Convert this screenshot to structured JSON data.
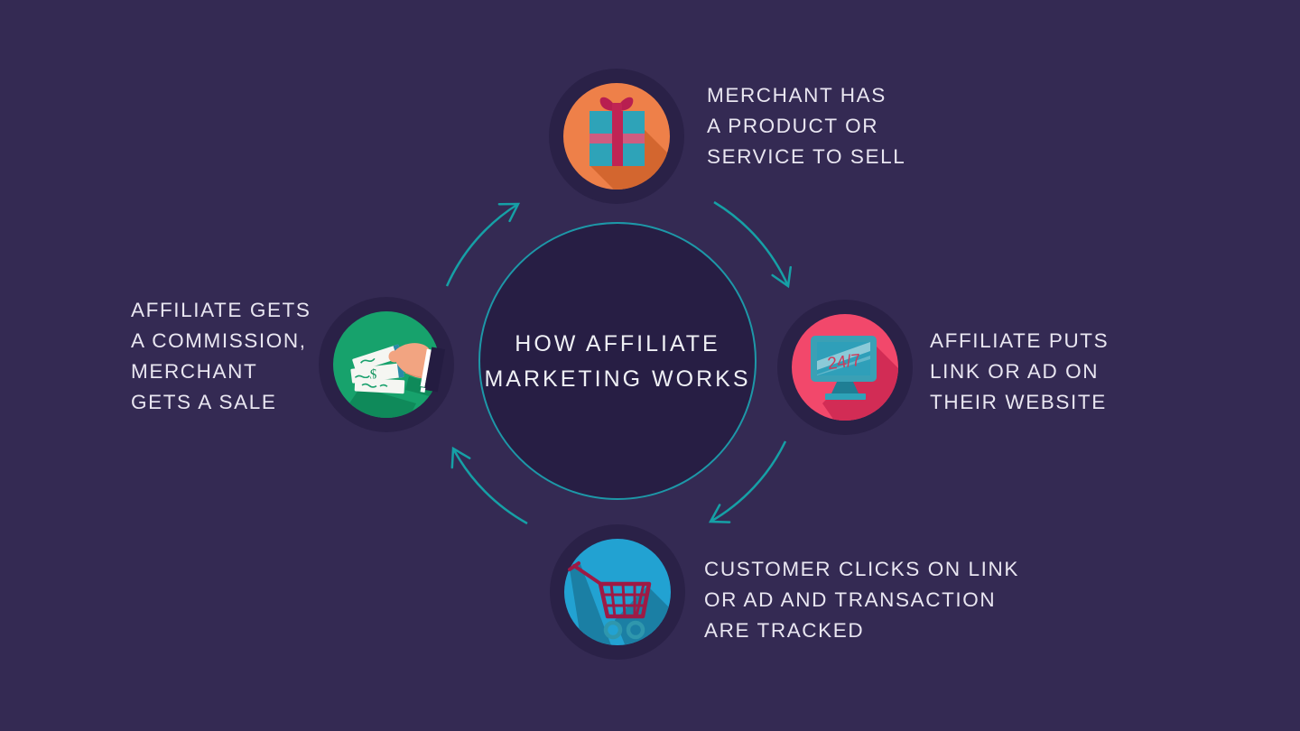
{
  "title": {
    "line1": "HOW AFFILIATE",
    "line2": "MARKETING WORKS"
  },
  "flow": {
    "direction": "clockwise",
    "arrow_count": 4
  },
  "steps": [
    {
      "name": "merchant",
      "icon": "gift-icon",
      "lines": [
        "MERCHANT HAS",
        "A PRODUCT OR",
        "SERVICE TO SELL"
      ]
    },
    {
      "name": "affiliate",
      "icon": "monitor-icon",
      "screen_text": "24/7",
      "lines": [
        "AFFILIATE PUTS",
        "LINK OR AD ON",
        "THEIR WEBSITE"
      ]
    },
    {
      "name": "customer",
      "icon": "shopping-cart-icon",
      "lines": [
        "CUSTOMER CLICKS ON LINK",
        "OR AD AND TRANSACTION",
        "ARE TRACKED"
      ]
    },
    {
      "name": "commission",
      "icon": "money-hand-icon",
      "bill_text": "$",
      "lines": [
        "AFFILIATE GETS",
        "A COMMISSION,",
        "MERCHANT",
        "GETS A SALE"
      ]
    }
  ],
  "colors": {
    "background": "#342a53",
    "dark_ring": "#2a2147",
    "center_circle_fill": "#271e44",
    "accent_teal": "#16a0a6",
    "merchant_orange": "#ee8049",
    "affiliate_pink": "#f2486b",
    "customer_blue": "#22a2d2",
    "commission_green": "#17a26c",
    "text": "#e9e6f1"
  }
}
